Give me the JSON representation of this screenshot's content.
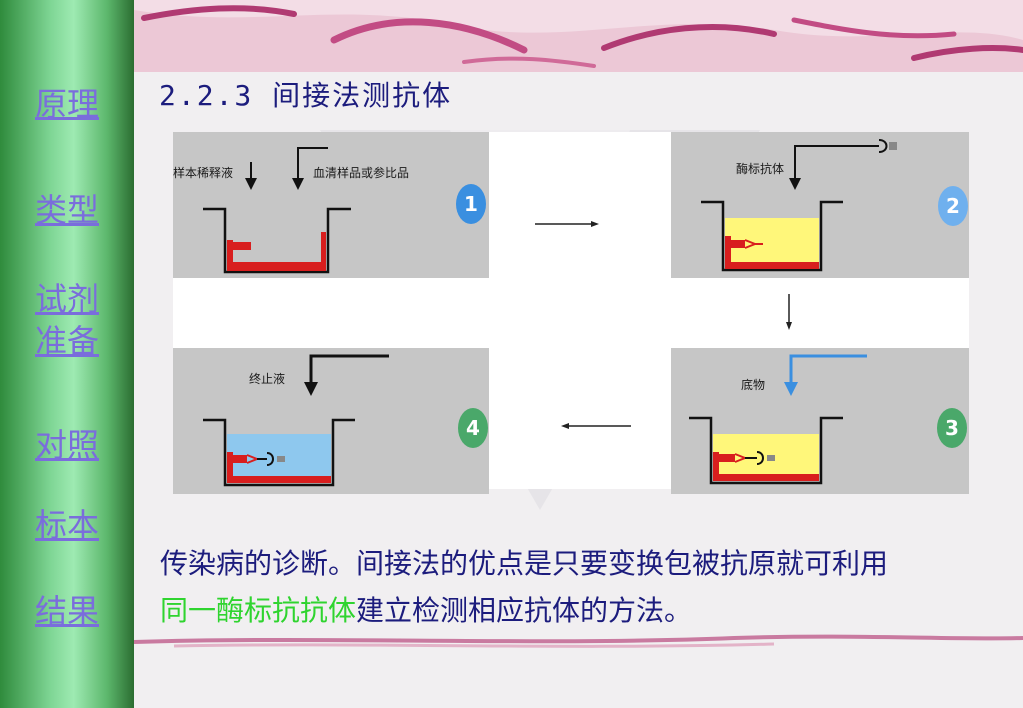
{
  "sidebar": {
    "items": [
      {
        "label": "原理"
      },
      {
        "label": "类型"
      },
      {
        "label": "试剂"
      },
      {
        "label": "准备"
      },
      {
        "label": "对照"
      },
      {
        "label": "标本"
      },
      {
        "label": "结果"
      }
    ]
  },
  "slide": {
    "title": "2.2.3 间接法测抗体",
    "body_text_1": "传染病的诊断。间接法的优点是只要变换包被抗原就可利用",
    "body_highlight": "同一酶标抗抗体",
    "body_text_2": "建立检测相应抗体的方法。"
  },
  "diagram": {
    "panels": [
      {
        "step": "1",
        "label_a": "样本稀释液",
        "label_b": "血清样品或参比品"
      },
      {
        "step": "2",
        "label_a": "酶标抗体"
      },
      {
        "step": "3",
        "label_a": "底物"
      },
      {
        "step": "4",
        "label_a": "终止液"
      }
    ]
  },
  "colors": {
    "title": "#1c1c7d",
    "nav_link": "#7a6ddc",
    "highlight": "#2fd42f",
    "badge_blue": "#3a8fe0",
    "badge_green": "#4aa86a",
    "liquid_red": "#d81e1e",
    "liquid_yellow": "#fff77a",
    "liquid_blue": "#8ec8ee"
  }
}
